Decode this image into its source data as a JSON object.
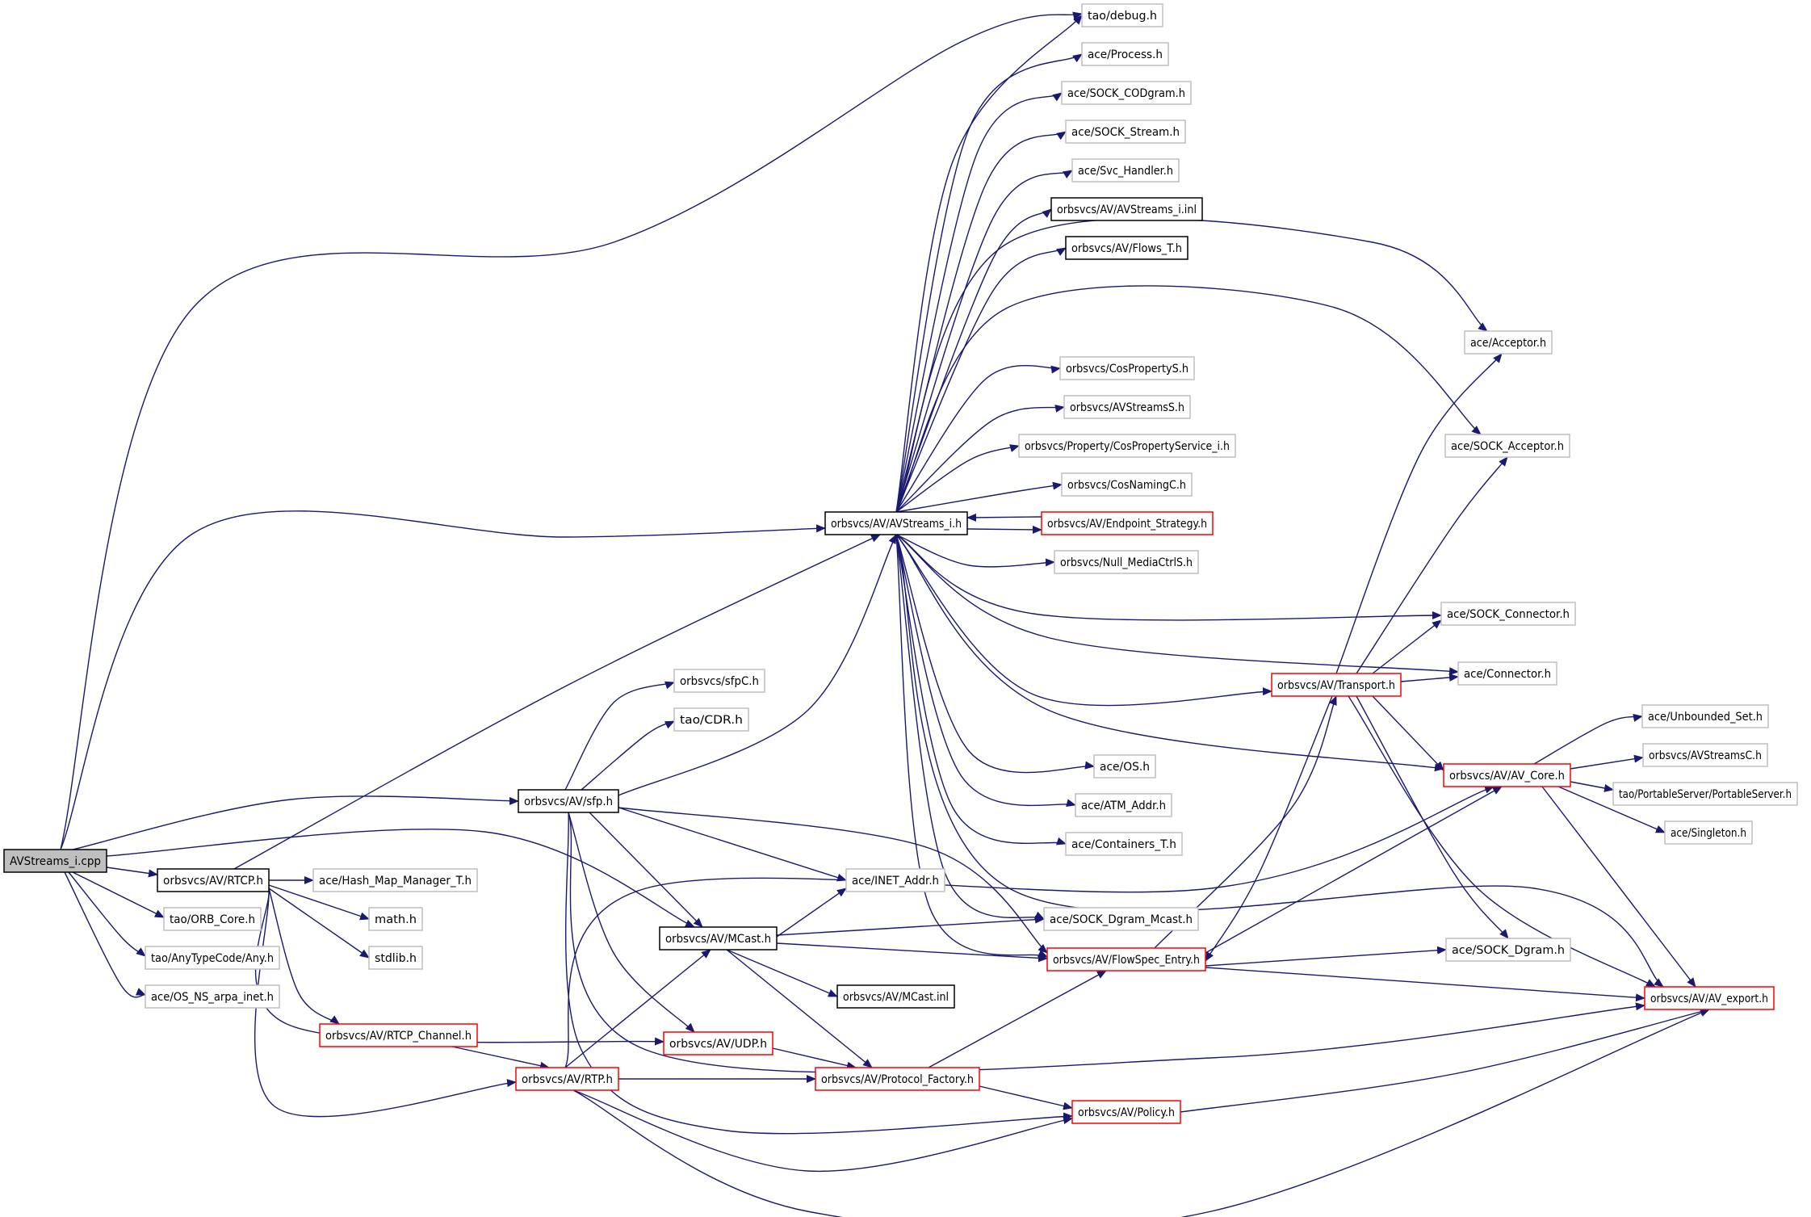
{
  "graph": {
    "colors": {
      "edge": "#191970",
      "root_fill": "#bfbfbf",
      "box_black": "#000000",
      "box_gray": "#bfbfbf",
      "box_red": "#ff0000"
    },
    "nodes": [
      {
        "id": "root",
        "label": "AVStreams_i.cpp",
        "style": "root"
      },
      {
        "id": "debug",
        "label": "tao/debug.h",
        "style": "gray"
      },
      {
        "id": "process",
        "label": "ace/Process.h",
        "style": "gray"
      },
      {
        "id": "sockcod",
        "label": "ace/SOCK_CODgram.h",
        "style": "gray"
      },
      {
        "id": "sockstream",
        "label": "ace/SOCK_Stream.h",
        "style": "gray"
      },
      {
        "id": "svchandler",
        "label": "ace/Svc_Handler.h",
        "style": "gray"
      },
      {
        "id": "avinl",
        "label": "orbsvcs/AV/AVStreams_i.inl",
        "style": "black"
      },
      {
        "id": "flowst",
        "label": "orbsvcs/AV/Flows_T.h",
        "style": "black"
      },
      {
        "id": "acceptor",
        "label": "ace/Acceptor.h",
        "style": "gray"
      },
      {
        "id": "cosprops",
        "label": "orbsvcs/CosPropertyS.h",
        "style": "gray"
      },
      {
        "id": "avstreamss",
        "label": "orbsvcs/AVStreamsS.h",
        "style": "gray"
      },
      {
        "id": "sockacc",
        "label": "ace/SOCK_Acceptor.h",
        "style": "gray"
      },
      {
        "id": "cospropsvc",
        "label": "orbsvcs/Property/CosPropertyService_i.h",
        "style": "gray"
      },
      {
        "id": "cosnaming",
        "label": "orbsvcs/CosNamingC.h",
        "style": "gray"
      },
      {
        "id": "avstreams",
        "label": "orbsvcs/AV/AVStreams_i.h",
        "style": "black"
      },
      {
        "id": "endpoint",
        "label": "orbsvcs/AV/Endpoint_Strategy.h",
        "style": "red"
      },
      {
        "id": "nullmedia",
        "label": "orbsvcs/Null_MediaCtrlS.h",
        "style": "gray"
      },
      {
        "id": "sockconn",
        "label": "ace/SOCK_Connector.h",
        "style": "gray"
      },
      {
        "id": "connector",
        "label": "ace/Connector.h",
        "style": "gray"
      },
      {
        "id": "sfpc",
        "label": "orbsvcs/sfpC.h",
        "style": "gray"
      },
      {
        "id": "transport",
        "label": "orbsvcs/AV/Transport.h",
        "style": "red"
      },
      {
        "id": "unbset",
        "label": "ace/Unbounded_Set.h",
        "style": "gray"
      },
      {
        "id": "cdr",
        "label": "tao/CDR.h",
        "style": "gray"
      },
      {
        "id": "avstreamsc",
        "label": "orbsvcs/AVStreamsC.h",
        "style": "gray"
      },
      {
        "id": "avcore",
        "label": "orbsvcs/AV/AV_Core.h",
        "style": "red"
      },
      {
        "id": "osh",
        "label": "ace/OS.h",
        "style": "gray"
      },
      {
        "id": "portable",
        "label": "tao/PortableServer/PortableServer.h",
        "style": "gray"
      },
      {
        "id": "sfp",
        "label": "orbsvcs/AV/sfp.h",
        "style": "black"
      },
      {
        "id": "atmaddr",
        "label": "ace/ATM_Addr.h",
        "style": "gray"
      },
      {
        "id": "singleton",
        "label": "ace/Singleton.h",
        "style": "gray"
      },
      {
        "id": "containers",
        "label": "ace/Containers_T.h",
        "style": "gray"
      },
      {
        "id": "rtcp",
        "label": "orbsvcs/AV/RTCP.h",
        "style": "black"
      },
      {
        "id": "hashmap",
        "label": "ace/Hash_Map_Manager_T.h",
        "style": "gray"
      },
      {
        "id": "inetaddr",
        "label": "ace/INET_Addr.h",
        "style": "gray"
      },
      {
        "id": "orbcore",
        "label": "tao/ORB_Core.h",
        "style": "gray"
      },
      {
        "id": "math",
        "label": "math.h",
        "style": "gray"
      },
      {
        "id": "sockdgmcast",
        "label": "ace/SOCK_Dgram_Mcast.h",
        "style": "gray"
      },
      {
        "id": "mcast",
        "label": "orbsvcs/AV/MCast.h",
        "style": "black"
      },
      {
        "id": "sockdgram",
        "label": "ace/SOCK_Dgram.h",
        "style": "gray"
      },
      {
        "id": "any",
        "label": "tao/AnyTypeCode/Any.h",
        "style": "gray"
      },
      {
        "id": "stdlib",
        "label": "stdlib.h",
        "style": "gray"
      },
      {
        "id": "flowspec",
        "label": "orbsvcs/AV/FlowSpec_Entry.h",
        "style": "red"
      },
      {
        "id": "osarpa",
        "label": "ace/OS_NS_arpa_inet.h",
        "style": "gray"
      },
      {
        "id": "mcastinl",
        "label": "orbsvcs/AV/MCast.inl",
        "style": "black"
      },
      {
        "id": "avexport",
        "label": "orbsvcs/AV/AV_export.h",
        "style": "red"
      },
      {
        "id": "rtcpchan",
        "label": "orbsvcs/AV/RTCP_Channel.h",
        "style": "red"
      },
      {
        "id": "udp",
        "label": "orbsvcs/AV/UDP.h",
        "style": "red"
      },
      {
        "id": "rtp",
        "label": "orbsvcs/AV/RTP.h",
        "style": "red"
      },
      {
        "id": "protofact",
        "label": "orbsvcs/AV/Protocol_Factory.h",
        "style": "red"
      },
      {
        "id": "policy",
        "label": "orbsvcs/AV/Policy.h",
        "style": "red"
      }
    ],
    "edges": [
      [
        "root",
        "debug"
      ],
      [
        "root",
        "avstreams"
      ],
      [
        "root",
        "sfp"
      ],
      [
        "root",
        "rtcp"
      ],
      [
        "root",
        "orbcore"
      ],
      [
        "root",
        "any"
      ],
      [
        "root",
        "osarpa"
      ],
      [
        "root",
        "mcast"
      ],
      [
        "avstreams",
        "debug"
      ],
      [
        "avstreams",
        "process"
      ],
      [
        "avstreams",
        "sockcod"
      ],
      [
        "avstreams",
        "sockstream"
      ],
      [
        "avstreams",
        "svchandler"
      ],
      [
        "avstreams",
        "avinl"
      ],
      [
        "avstreams",
        "flowst"
      ],
      [
        "avstreams",
        "acceptor"
      ],
      [
        "avstreams",
        "cosprops"
      ],
      [
        "avstreams",
        "avstreamss"
      ],
      [
        "avstreams",
        "sockacc"
      ],
      [
        "avstreams",
        "cospropsvc"
      ],
      [
        "avstreams",
        "cosnaming"
      ],
      [
        "avstreams",
        "endpoint"
      ],
      [
        "endpoint",
        "avstreams"
      ],
      [
        "avstreams",
        "nullmedia"
      ],
      [
        "avstreams",
        "sockconn"
      ],
      [
        "avstreams",
        "connector"
      ],
      [
        "avstreams",
        "transport"
      ],
      [
        "avstreams",
        "avcore"
      ],
      [
        "avstreams",
        "osh"
      ],
      [
        "avstreams",
        "atmaddr"
      ],
      [
        "avstreams",
        "containers"
      ],
      [
        "avstreams",
        "sockdgmcast"
      ],
      [
        "avstreams",
        "flowspec"
      ],
      [
        "avstreams",
        "avexport"
      ],
      [
        "transport",
        "acceptor"
      ],
      [
        "transport",
        "sockacc"
      ],
      [
        "transport",
        "sockconn"
      ],
      [
        "transport",
        "connector"
      ],
      [
        "transport",
        "avcore"
      ],
      [
        "transport",
        "sockdgram"
      ],
      [
        "transport",
        "avexport"
      ],
      [
        "transport",
        "flowspec"
      ],
      [
        "avcore",
        "unbset"
      ],
      [
        "avcore",
        "avstreamsc"
      ],
      [
        "avcore",
        "portable"
      ],
      [
        "avcore",
        "singleton"
      ],
      [
        "avcore",
        "avexport"
      ],
      [
        "sfp",
        "sfpc"
      ],
      [
        "sfp",
        "cdr"
      ],
      [
        "sfp",
        "avstreams"
      ],
      [
        "sfp",
        "inetaddr"
      ],
      [
        "sfp",
        "mcast"
      ],
      [
        "sfp",
        "flowspec"
      ],
      [
        "sfp",
        "udp"
      ],
      [
        "sfp",
        "avexport"
      ],
      [
        "sfp",
        "policy"
      ],
      [
        "rtcp",
        "avstreams"
      ],
      [
        "rtcp",
        "hashmap"
      ],
      [
        "rtcp",
        "math"
      ],
      [
        "rtcp",
        "stdlib"
      ],
      [
        "rtcp",
        "rtcpchan"
      ],
      [
        "rtcp",
        "rtp"
      ],
      [
        "rtcp",
        "udp"
      ],
      [
        "mcast",
        "inetaddr"
      ],
      [
        "mcast",
        "sockdgmcast"
      ],
      [
        "mcast",
        "flowspec"
      ],
      [
        "mcast",
        "mcastinl"
      ],
      [
        "mcast",
        "protofact"
      ],
      [
        "rtcpchan",
        "rtp"
      ],
      [
        "udp",
        "protofact"
      ],
      [
        "rtp",
        "mcast"
      ],
      [
        "rtp",
        "protofact"
      ],
      [
        "rtp",
        "policy"
      ],
      [
        "rtp",
        "avexport"
      ],
      [
        "rtp",
        "avcore"
      ],
      [
        "protofact",
        "flowspec"
      ],
      [
        "protofact",
        "policy"
      ],
      [
        "flowspec",
        "transport"
      ],
      [
        "flowspec",
        "avcore"
      ],
      [
        "flowspec",
        "sockdgram"
      ],
      [
        "flowspec",
        "avexport"
      ],
      [
        "policy",
        "avexport"
      ]
    ]
  }
}
